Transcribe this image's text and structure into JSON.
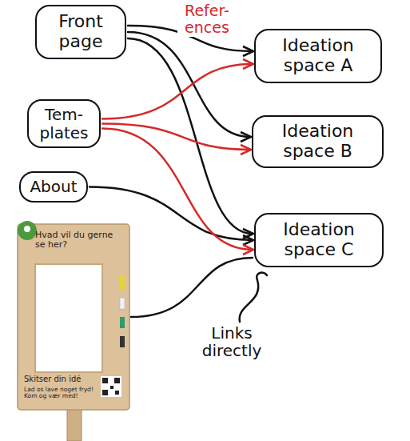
{
  "diagram": {
    "nodes": [
      {
        "text": [
          "Front page"
        ]
      },
      {
        "text": [
          "Tem- plates"
        ]
      },
      {
        "text": [
          "About"
        ]
      },
      {
        "text": [
          "Ideation space A"
        ]
      },
      {
        "text": [
          "Ideation space B"
        ]
      },
      {
        "text": [
          "Ideation space C"
        ]
      },
      {
        "text": [
          "Hvad vil du gerne se her?",
          "Skitser din idé",
          "Lad os lave noget fryd! Kom og vær med!"
        ]
      }
    ],
    "edges": [
      {
        "from": 0,
        "to": 3,
        "arrow": "to"
      },
      {
        "from": 0,
        "to": 4,
        "arrow": "to"
      },
      {
        "from": 0,
        "to": 5,
        "arrow": "to"
      },
      {
        "from": 2,
        "to": 5,
        "arrow": "to"
      },
      {
        "from": 1,
        "to": 3,
        "label": "Refer- ences",
        "arrow": "to"
      },
      {
        "from": 1,
        "to": 4,
        "arrow": "to"
      },
      {
        "from": 1,
        "to": 5,
        "arrow": "to"
      },
      {
        "from": 6,
        "to": 5,
        "arrow": "none"
      }
    ],
    "labels": [
      "Links directly"
    ]
  }
}
